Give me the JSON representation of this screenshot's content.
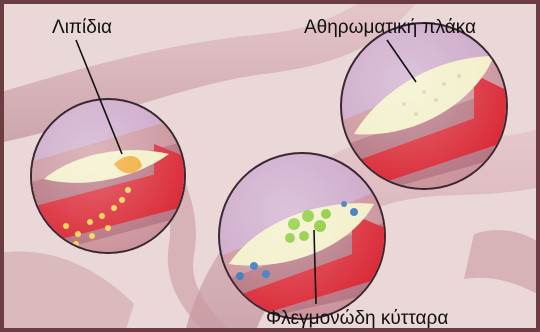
{
  "labels": {
    "lipidia": "Λιπίδια",
    "plaque": "Αθηρωματική πλάκα",
    "cells": "Φλεγμονώδη κύτταρα"
  },
  "colors": {
    "background": "#ead7d8",
    "vessel": "#d7b3b8",
    "vessel_shadow": "#b98b93",
    "blood": "#d8212e",
    "plaque": "#f2eec4",
    "lipid": "#f1a323",
    "inflammatory_cells": "#79c51a",
    "lens_ring": "#3a2730"
  }
}
